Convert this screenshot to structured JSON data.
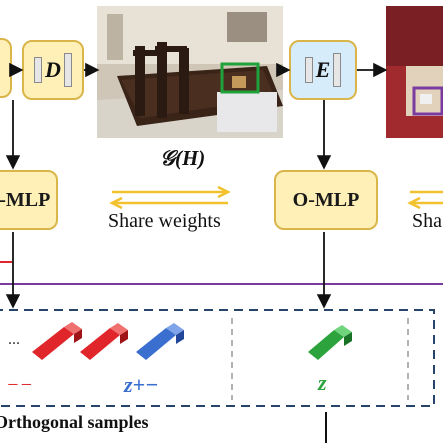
{
  "encoder_D": {
    "symbol": "D"
  },
  "encoder_E": {
    "symbol": "E"
  },
  "image_caption": "𝒢(H)",
  "mlp_left": {
    "label": "O-MLP"
  },
  "mlp_right": {
    "label": "O-MLP"
  },
  "share_weights": {
    "label": "Share weights",
    "label_partial": "Sha"
  },
  "samples": {
    "ellipsis": "...",
    "z_minus_label": "−−",
    "z_plusminus_label": "z+−",
    "z_label": "z",
    "section_label": "Orthogonal samples"
  },
  "colors": {
    "box_fill": "#fff0b8",
    "box_border": "#d9b54a",
    "blue_fill": "#d6ecfb",
    "red_line": "#e0262b",
    "purple_line": "#7b3aa0",
    "dash_border": "#27456b",
    "red_cuboid": "#e0262b",
    "blue_cuboid": "#3a6fd0",
    "green_cuboid": "#2ca33c",
    "arrow_yellow": "#f2c12e"
  }
}
